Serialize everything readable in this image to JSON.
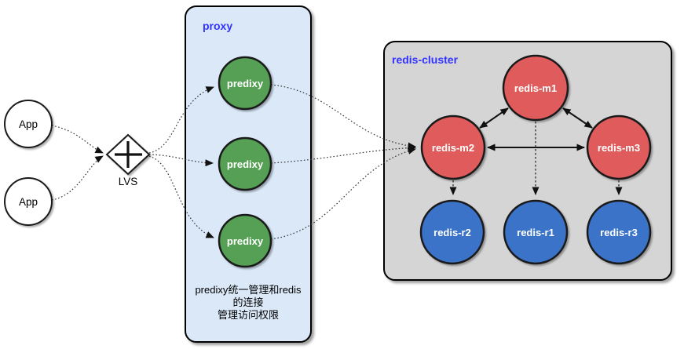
{
  "diagram": {
    "apps": [
      {
        "label": "App"
      },
      {
        "label": "App"
      }
    ],
    "lvs": {
      "label": "LVS"
    },
    "proxy": {
      "title": "proxy",
      "nodes": [
        {
          "label": "predixy"
        },
        {
          "label": "predixy"
        },
        {
          "label": "predixy"
        }
      ],
      "note": {
        "line1": "predixy统一管理和redis",
        "line2": "的连接",
        "line3": "管理访问权限"
      }
    },
    "cluster": {
      "title": "redis-cluster",
      "masters": [
        {
          "label": "redis-m1"
        },
        {
          "label": "redis-m2"
        },
        {
          "label": "redis-m3"
        }
      ],
      "replicas": [
        {
          "label": "redis-r2"
        },
        {
          "label": "redis-r1"
        },
        {
          "label": "redis-r3"
        }
      ]
    },
    "colors": {
      "proxy_box_fill": "#dae8f8",
      "cluster_box_fill": "#d5d5d5",
      "predixy_fill": "#55a055",
      "master_fill": "#e05c5c",
      "replica_fill": "#3b73c8",
      "title_text": "#3333ff",
      "node_text": "#ffffff",
      "shape_stroke": "#1a1a1a",
      "app_fill": "#ffffff"
    }
  }
}
